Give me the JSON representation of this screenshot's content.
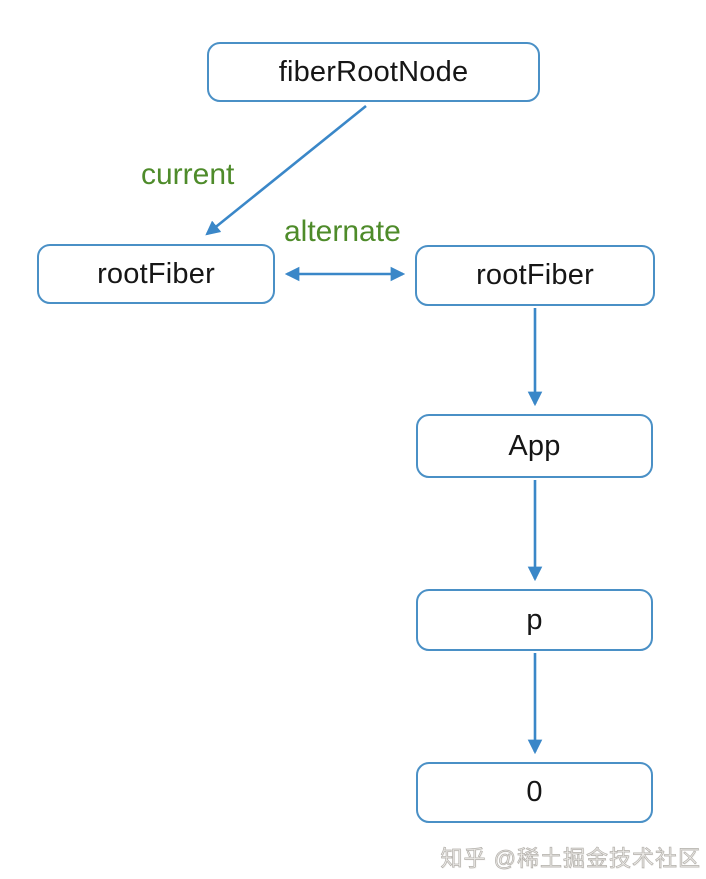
{
  "diagram": {
    "nodes": {
      "fiber_root_node": "fiberRootNode",
      "root_fiber_left": "rootFiber",
      "root_fiber_right": "rootFiber",
      "app": "App",
      "p": "p",
      "zero": "0"
    },
    "edge_labels": {
      "current": "current",
      "alternate": "alternate"
    },
    "edges": [
      {
        "from": "fiberRootNode",
        "to": "rootFiber (left)",
        "label": "current",
        "direction": "one-way"
      },
      {
        "from": "rootFiber (left)",
        "to": "rootFiber (right)",
        "label": "alternate",
        "direction": "two-way"
      },
      {
        "from": "rootFiber (right)",
        "to": "App",
        "direction": "one-way"
      },
      {
        "from": "App",
        "to": "p",
        "direction": "one-way"
      },
      {
        "from": "p",
        "to": "0",
        "direction": "one-way"
      }
    ],
    "colors": {
      "node_border": "#4a90c6",
      "arrow": "#3a87c8",
      "edge_label_text": "#4e8b2a",
      "node_text": "#161616"
    }
  },
  "watermark": {
    "text": "知乎 @稀土掘金技术社区"
  }
}
